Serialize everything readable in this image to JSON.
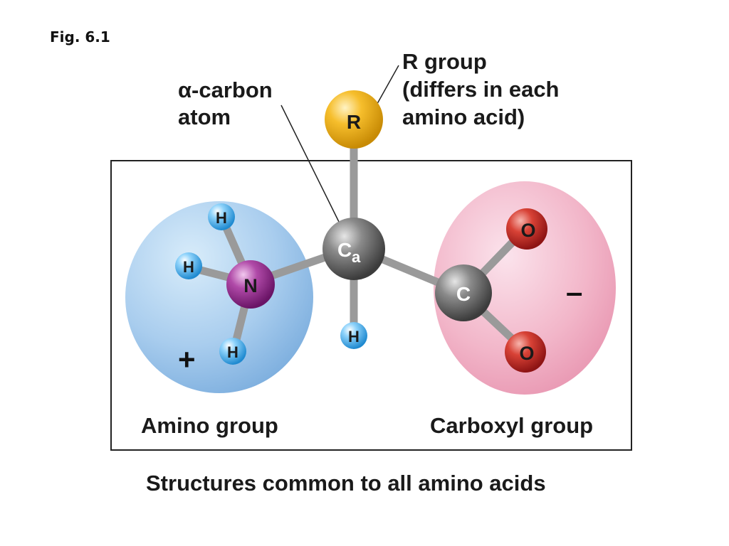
{
  "figure_label": "Fig. 6.1",
  "labels": {
    "alpha_carbon_line1": "α-carbon",
    "alpha_carbon_line2": "atom",
    "r_group_line1": "R group",
    "r_group_line2": "(differs in each",
    "r_group_line3": "amino acid)",
    "amino_group": "Amino group",
    "carboxyl_group": "Carboxyl group",
    "caption": "Structures common to all amino acids",
    "plus": "+",
    "minus": "–"
  },
  "atoms": {
    "r": "R",
    "alpha_c": "C",
    "alpha_c_sub": "a",
    "n": "N",
    "h_top": "H",
    "h_left": "H",
    "h_bottom": "H",
    "h_alpha": "H",
    "c_carboxyl": "C",
    "o_top": "O",
    "o_bottom": "O"
  },
  "colors": {
    "amino_region": "#a9cdee",
    "carboxyl_region": "#f2b6c9",
    "hydrogen": "#3aa7e6",
    "nitrogen": "#8e2a8a",
    "carbon": "#5f5f5f",
    "oxygen": "#c7282a",
    "r_group": "#f2b21c",
    "bond": "#9c9c9c"
  }
}
